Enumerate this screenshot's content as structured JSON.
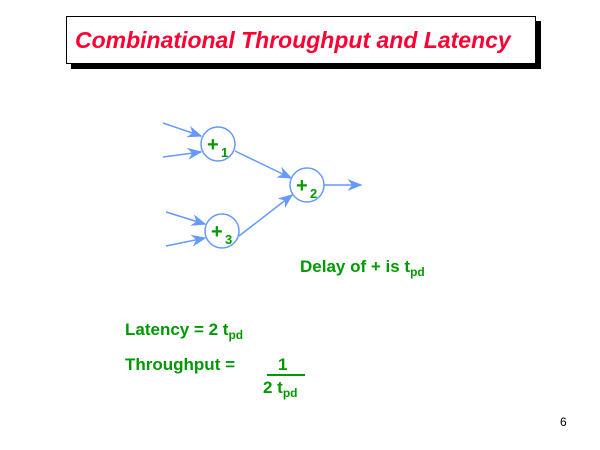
{
  "title": "Combinational Throughput and Latency",
  "diagram": {
    "nodes": [
      {
        "op": "+",
        "index": "1"
      },
      {
        "op": "+",
        "index": "2"
      },
      {
        "op": "+",
        "index": "3"
      }
    ],
    "colors": {
      "wire": "#6699ff",
      "label": "#009900"
    }
  },
  "delay": {
    "text": "Delay of + is t",
    "sub": "pd"
  },
  "latency": {
    "label": "Latency =  2 t",
    "sub": "pd"
  },
  "throughput": {
    "label": "Throughput =",
    "numerator": "1",
    "denominator": "2 t",
    "sub": "pd"
  },
  "page_number": "6"
}
